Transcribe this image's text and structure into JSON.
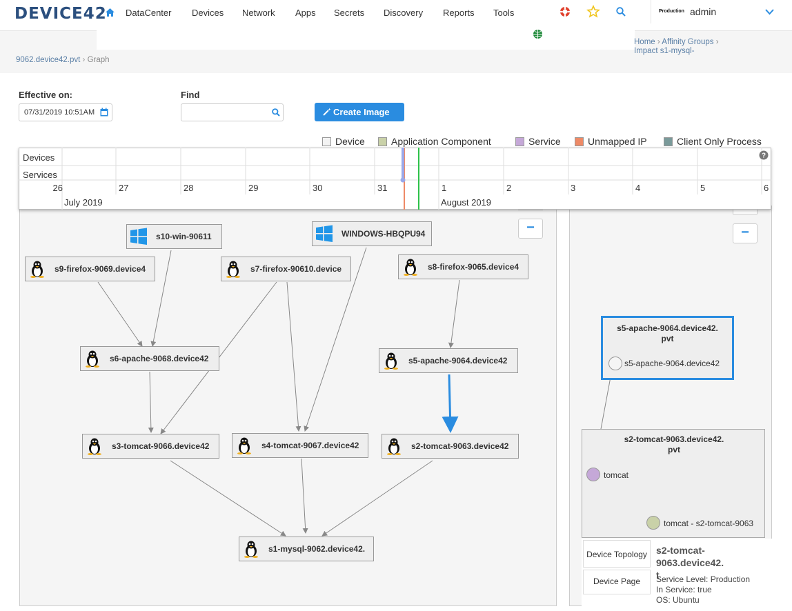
{
  "app": {
    "logo": "DEVICE42"
  },
  "nav": {
    "items": [
      "DataCenter",
      "Devices",
      "Network",
      "Apps",
      "Secrets",
      "Discovery",
      "Reports",
      "Tools"
    ],
    "prod_label": "Production",
    "user": "admin"
  },
  "breadcrumb_right": {
    "home": "Home",
    "group": "Affinity Groups",
    "current": "Impact s1-mysql-"
  },
  "breadcrumb_left": {
    "host": "9062.device42.pvt",
    "page": "Graph"
  },
  "controls": {
    "effective_label": "Effective on:",
    "effective_value": "07/31/2019 10:51AM",
    "find_label": "Find",
    "find_value": "",
    "create_label": "Create Image"
  },
  "legend": [
    {
      "label": "Device",
      "color": "#f3f3f3"
    },
    {
      "label": "Application Component",
      "color": "#c9d1a8"
    },
    {
      "label": "Service",
      "color": "#c5a8d8"
    },
    {
      "label": "Unmapped IP",
      "color": "#ee8a66"
    },
    {
      "label": "Client Only Process",
      "color": "#7a9a9a"
    }
  ],
  "timeline": {
    "rows": [
      "Devices",
      "Services"
    ],
    "days": [
      "26",
      "27",
      "28",
      "29",
      "30",
      "31",
      "1",
      "2",
      "3",
      "4",
      "5",
      "6"
    ],
    "months": [
      "July 2019",
      "August 2019"
    ],
    "help_icon": "question-circle-icon"
  },
  "graph": {
    "zoom_out": "−",
    "nodes": [
      {
        "label": "s10-win-90611",
        "os": "windows"
      },
      {
        "label": "WINDOWS-HBQPU94",
        "os": "windows"
      },
      {
        "label": "s9-firefox-9069.device4",
        "os": "linux"
      },
      {
        "label": "s7-firefox-90610.device",
        "os": "linux"
      },
      {
        "label": "s8-firefox-9065.device4",
        "os": "linux"
      },
      {
        "label": "s6-apache-9068.device42",
        "os": "linux"
      },
      {
        "label": "s5-apache-9064.device42",
        "os": "linux"
      },
      {
        "label": "s3-tomcat-9066.device42",
        "os": "linux"
      },
      {
        "label": "s4-tomcat-9067.device42",
        "os": "linux"
      },
      {
        "label": "s2-tomcat-9063.device42",
        "os": "linux"
      },
      {
        "label": "s1-mysql-9062.device42.",
        "os": "linux"
      }
    ]
  },
  "detail": {
    "zoom_out": "−",
    "box1_title": "s5-apache-9064.device42.\npvt",
    "box1_node": "s5-apache-9064.device42",
    "box2_title": "s2-tomcat-9063.device42.\npvt",
    "box2_node_a": "tomcat",
    "box2_node_b": "tomcat - s2-tomcat-9063",
    "tab_topology": "Device Topology",
    "tab_page": "Device Page",
    "info_title": "s2-tomcat-9063.device42.\nt",
    "info_lines": [
      "Service Level: Production",
      "In Service: true",
      "OS: Ubuntu"
    ]
  }
}
